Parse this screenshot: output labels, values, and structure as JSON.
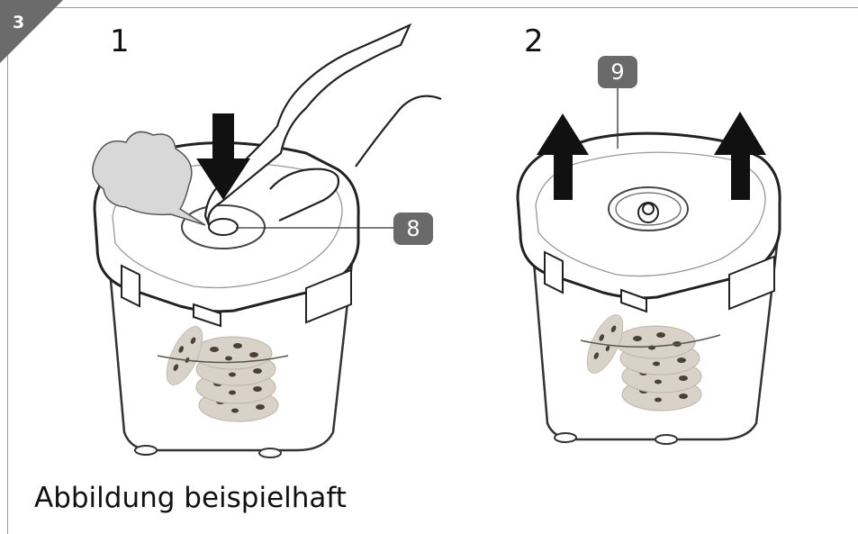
{
  "figure": {
    "number": "3",
    "steps": [
      {
        "number": "1",
        "callout": "8"
      },
      {
        "number": "2",
        "callout": "9"
      }
    ],
    "caption": "Abbildung beispielhaft"
  },
  "colors": {
    "tab": "#6b6b6b",
    "badge": "#6a6a6a",
    "arrow": "#111111",
    "outline": "#333333",
    "cookie": "#d9d2c8",
    "chip": "#4a4038"
  }
}
